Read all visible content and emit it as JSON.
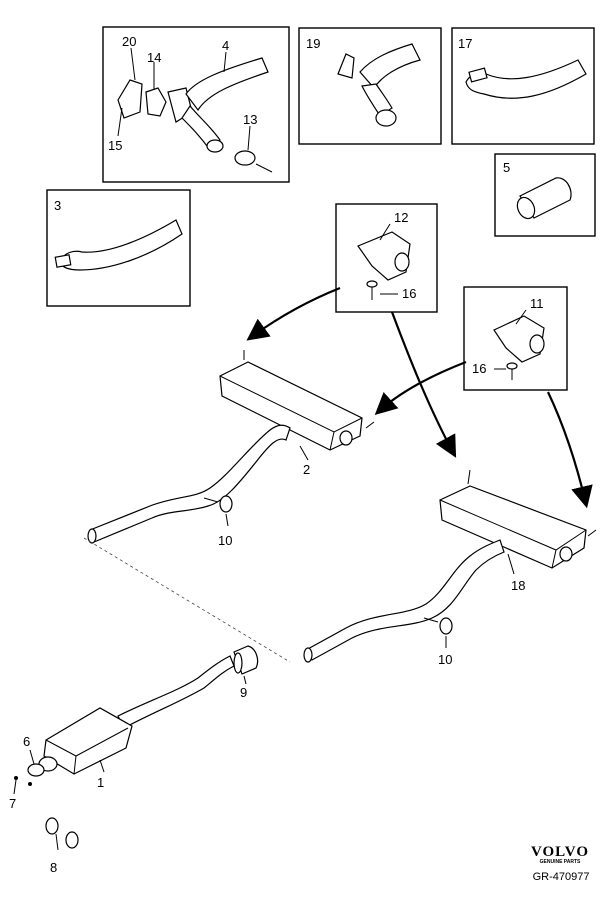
{
  "diagram": {
    "callouts": {
      "c20": "20",
      "c14": "14",
      "c4": "4",
      "c15": "15",
      "c13": "13",
      "c19": "19",
      "c17": "17",
      "c5": "5",
      "c3": "3",
      "c12": "12",
      "c16a": "16",
      "c11": "11",
      "c16b": "16",
      "c2": "2",
      "c10a": "10",
      "c18": "18",
      "c10b": "10",
      "c9": "9",
      "c6": "6",
      "c7": "7",
      "c1": "1",
      "c8": "8"
    }
  },
  "footer": {
    "brand": "VOLVO",
    "brand_sub": "GENUINE PARTS",
    "reference": "GR-470977"
  }
}
